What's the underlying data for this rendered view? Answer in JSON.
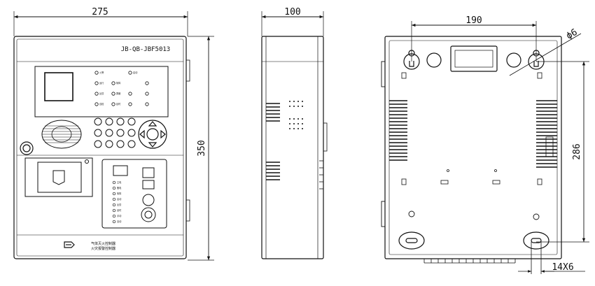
{
  "front_view": {
    "width_dim": "275",
    "height_dim": "350",
    "model_label": "JB-QB-JBF5013",
    "indicator_labels": [
      "火警",
      "启动",
      "运行",
      "故障",
      "反馈",
      "屏蔽",
      "自检",
      "延时"
    ],
    "panel_indicator_labels": [
      "主电",
      "备电",
      "故障",
      "启动",
      "反馈",
      "延时",
      "手动",
      "自动"
    ],
    "brand_cn_line1": "气体灭火控制器",
    "brand_cn_line2": "火灾报警控制器"
  },
  "side_view": {
    "depth_dim": "100"
  },
  "back_view": {
    "hole_spacing_h": "190",
    "hole_diameter": "ϕ6",
    "hole_spacing_v": "286",
    "slot_dim": "14X6"
  }
}
